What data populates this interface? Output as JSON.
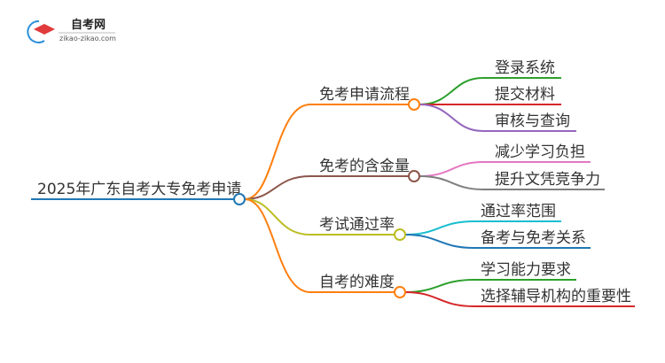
{
  "logo": {
    "name": "自考网",
    "url": "zikao-zikao.com"
  },
  "root": {
    "label": "2025年广东自考大专免考申请",
    "color": "#1f77b4"
  },
  "branches": [
    {
      "label": "免考申请流程",
      "color": "#ff7f0e",
      "children": [
        {
          "label": "登录系统",
          "color": "#2ca02c"
        },
        {
          "label": "提交材料",
          "color": "#d62728"
        },
        {
          "label": "审核与查询",
          "color": "#9467bd"
        }
      ]
    },
    {
      "label": "免考的含金量",
      "color": "#8c564b",
      "children": [
        {
          "label": "减少学习负担",
          "color": "#e377c2"
        },
        {
          "label": "提升文凭竞争力",
          "color": "#7f7f7f"
        }
      ]
    },
    {
      "label": "考试通过率",
      "color": "#bcbd22",
      "children": [
        {
          "label": "通过率范围",
          "color": "#17becf"
        },
        {
          "label": "备考与免考关系",
          "color": "#1f77b4"
        }
      ]
    },
    {
      "label": "自考的难度",
      "color": "#ff7f0e",
      "children": [
        {
          "label": "学习能力要求",
          "color": "#2ca02c"
        },
        {
          "label": "选择辅导机构的重要性",
          "color": "#d62728"
        }
      ]
    }
  ]
}
